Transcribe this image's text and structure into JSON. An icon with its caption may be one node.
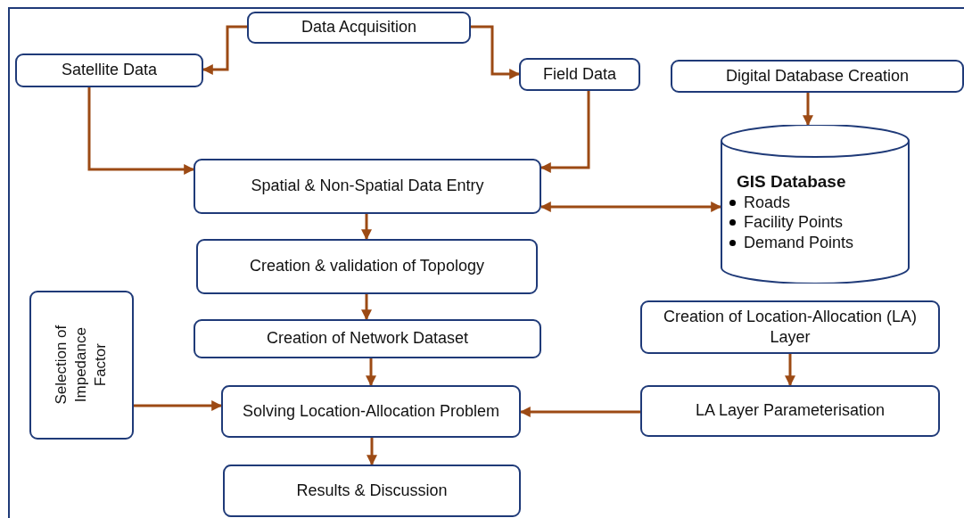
{
  "diagram": {
    "nodes": [
      {
        "text": [
          "Data Acquisition"
        ]
      },
      {
        "text": [
          "Satellite Data"
        ]
      },
      {
        "text": [
          "Field Data"
        ]
      },
      {
        "text": [
          "Digital Database Creation"
        ]
      },
      {
        "text": [
          "Spatial & Non-Spatial Data Entry"
        ]
      },
      {
        "text": [
          "GIS Database",
          "Roads",
          "Facility Points",
          "Demand Points"
        ]
      },
      {
        "text": [
          "Creation & validation of Topology"
        ]
      },
      {
        "text": [
          "Creation of Network Dataset"
        ]
      },
      {
        "text": [
          "Selection of Impedance Factor"
        ]
      },
      {
        "text": [
          "Creation of Location-Allocation (LA) Layer"
        ]
      },
      {
        "text": [
          "Solving Location-Allocation Problem"
        ]
      },
      {
        "text": [
          "LA Layer Parameterisation"
        ]
      },
      {
        "text": [
          "Results & Discussion"
        ]
      }
    ],
    "edges": [
      {
        "from": 0,
        "to": 1,
        "arrow": "to"
      },
      {
        "from": 0,
        "to": 2,
        "arrow": "to"
      },
      {
        "from": 1,
        "to": 4,
        "arrow": "to"
      },
      {
        "from": 2,
        "to": 4,
        "arrow": "to"
      },
      {
        "from": 3,
        "to": 5,
        "arrow": "to"
      },
      {
        "from": 4,
        "to": 5,
        "arrow": "both"
      },
      {
        "from": 4,
        "to": 6,
        "arrow": "to"
      },
      {
        "from": 6,
        "to": 7,
        "arrow": "to"
      },
      {
        "from": 7,
        "to": 10,
        "arrow": "to"
      },
      {
        "from": 8,
        "to": 10,
        "arrow": "to"
      },
      {
        "from": 9,
        "to": 11,
        "arrow": "to"
      },
      {
        "from": 11,
        "to": 10,
        "arrow": "to"
      },
      {
        "from": 10,
        "to": 12,
        "arrow": "to"
      }
    ]
  }
}
